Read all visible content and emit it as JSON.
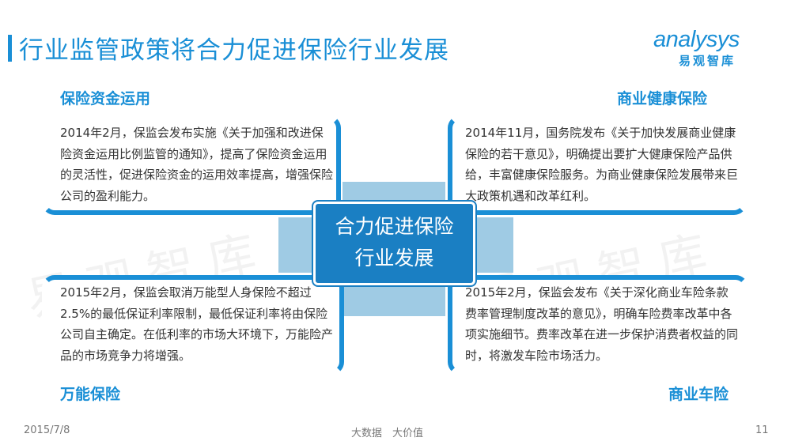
{
  "header": {
    "title": "行业监管政策将合力促进保险行业发展"
  },
  "logo": {
    "english": "analysys",
    "chinese": "易观智库"
  },
  "watermark": {
    "text": "易观智库"
  },
  "center": {
    "line1": "合力促进保险",
    "line2": "行业发展"
  },
  "panels": {
    "top_left": {
      "title": "保险资金运用",
      "text": "2014年2月，保监会发布实施《关于加强和改进保险资金运用比例监管的通知》，提高了保险资金运用的灵活性，促进保险资金的运用效率提高，增强保险公司的盈利能力。"
    },
    "top_right": {
      "title": "商业健康保险",
      "text": "2014年11月，国务院发布《关于加快发展商业健康保险的若干意见》，明确提出要扩大健康保险产品供给，丰富健康保险服务。为商业健康保险发展带来巨大政策机遇和改革红利。"
    },
    "bottom_left": {
      "title": "万能保险",
      "text": "2015年2月，保监会取消万能型人身保险不超过2.5%的最低保证利率限制，最低保证利率将由保险公司自主确定。在低利率的市场大环境下，万能险产品的市场竞争力将增强。"
    },
    "bottom_right": {
      "title": "商业车险",
      "text": "2015年2月，保监会发布《关于深化商业车险条款费率管理制度改革的意见》，明确车险费率改革中各项实施细节。费率改革在进一步保护消费者权益的同时，将激发车险市场活力。"
    }
  },
  "footer": {
    "date": "2015/7/8",
    "slogan": "大数据　大价值",
    "page": "11"
  },
  "colors": {
    "accent": "#1a8fd6",
    "center_box": "#1a7fc3",
    "cross": "#9fcbe4"
  }
}
